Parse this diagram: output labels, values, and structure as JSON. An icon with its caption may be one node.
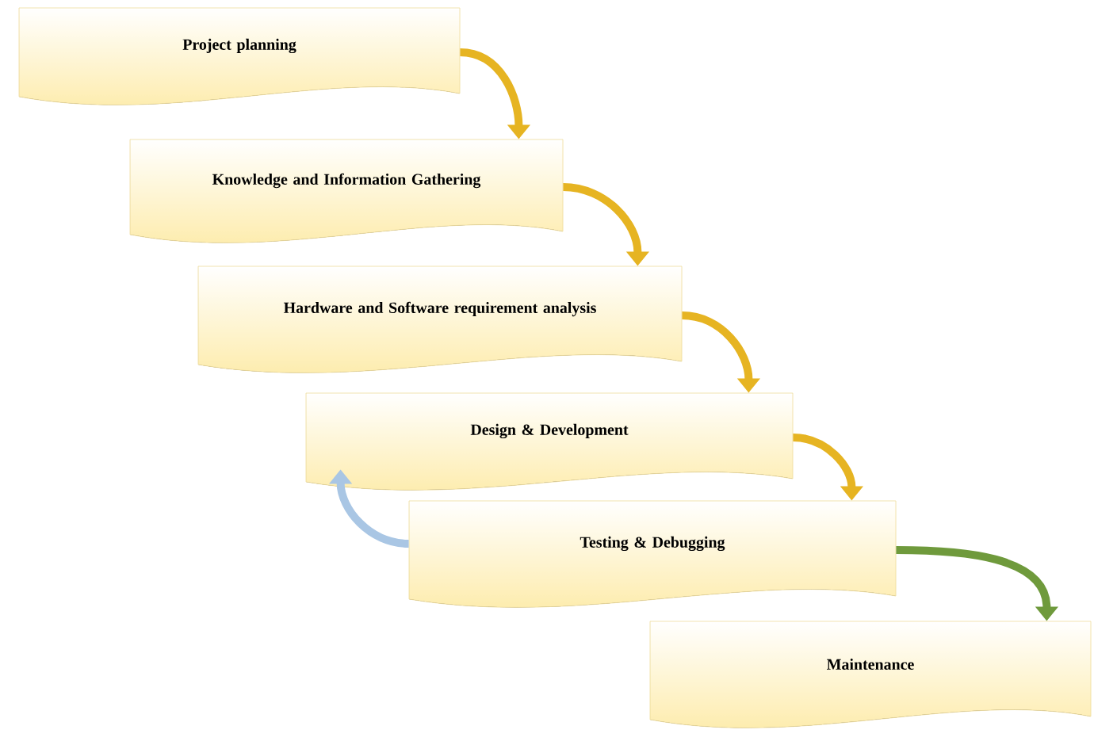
{
  "diagram": {
    "nodes": [
      {
        "text": [
          "Project planning"
        ]
      },
      {
        "text": [
          "Knowledge and Information Gathering"
        ]
      },
      {
        "text": [
          "Hardware and Software requirement analysis"
        ]
      },
      {
        "text": [
          "Design & Development"
        ]
      },
      {
        "text": [
          "Testing & Debugging"
        ]
      },
      {
        "text": [
          "Maintenance"
        ]
      }
    ],
    "edges": [
      {
        "from": 0,
        "to": 1,
        "arrow": "to"
      },
      {
        "from": 1,
        "to": 2,
        "arrow": "to"
      },
      {
        "from": 2,
        "to": 3,
        "arrow": "to"
      },
      {
        "from": 3,
        "to": 4,
        "arrow": "to"
      },
      {
        "from": 4,
        "to": 5,
        "arrow": "to",
        "color": "#6f9a3c"
      },
      {
        "from": 4,
        "to": 3,
        "arrow": "to",
        "color": "#a9c6e4"
      }
    ]
  }
}
